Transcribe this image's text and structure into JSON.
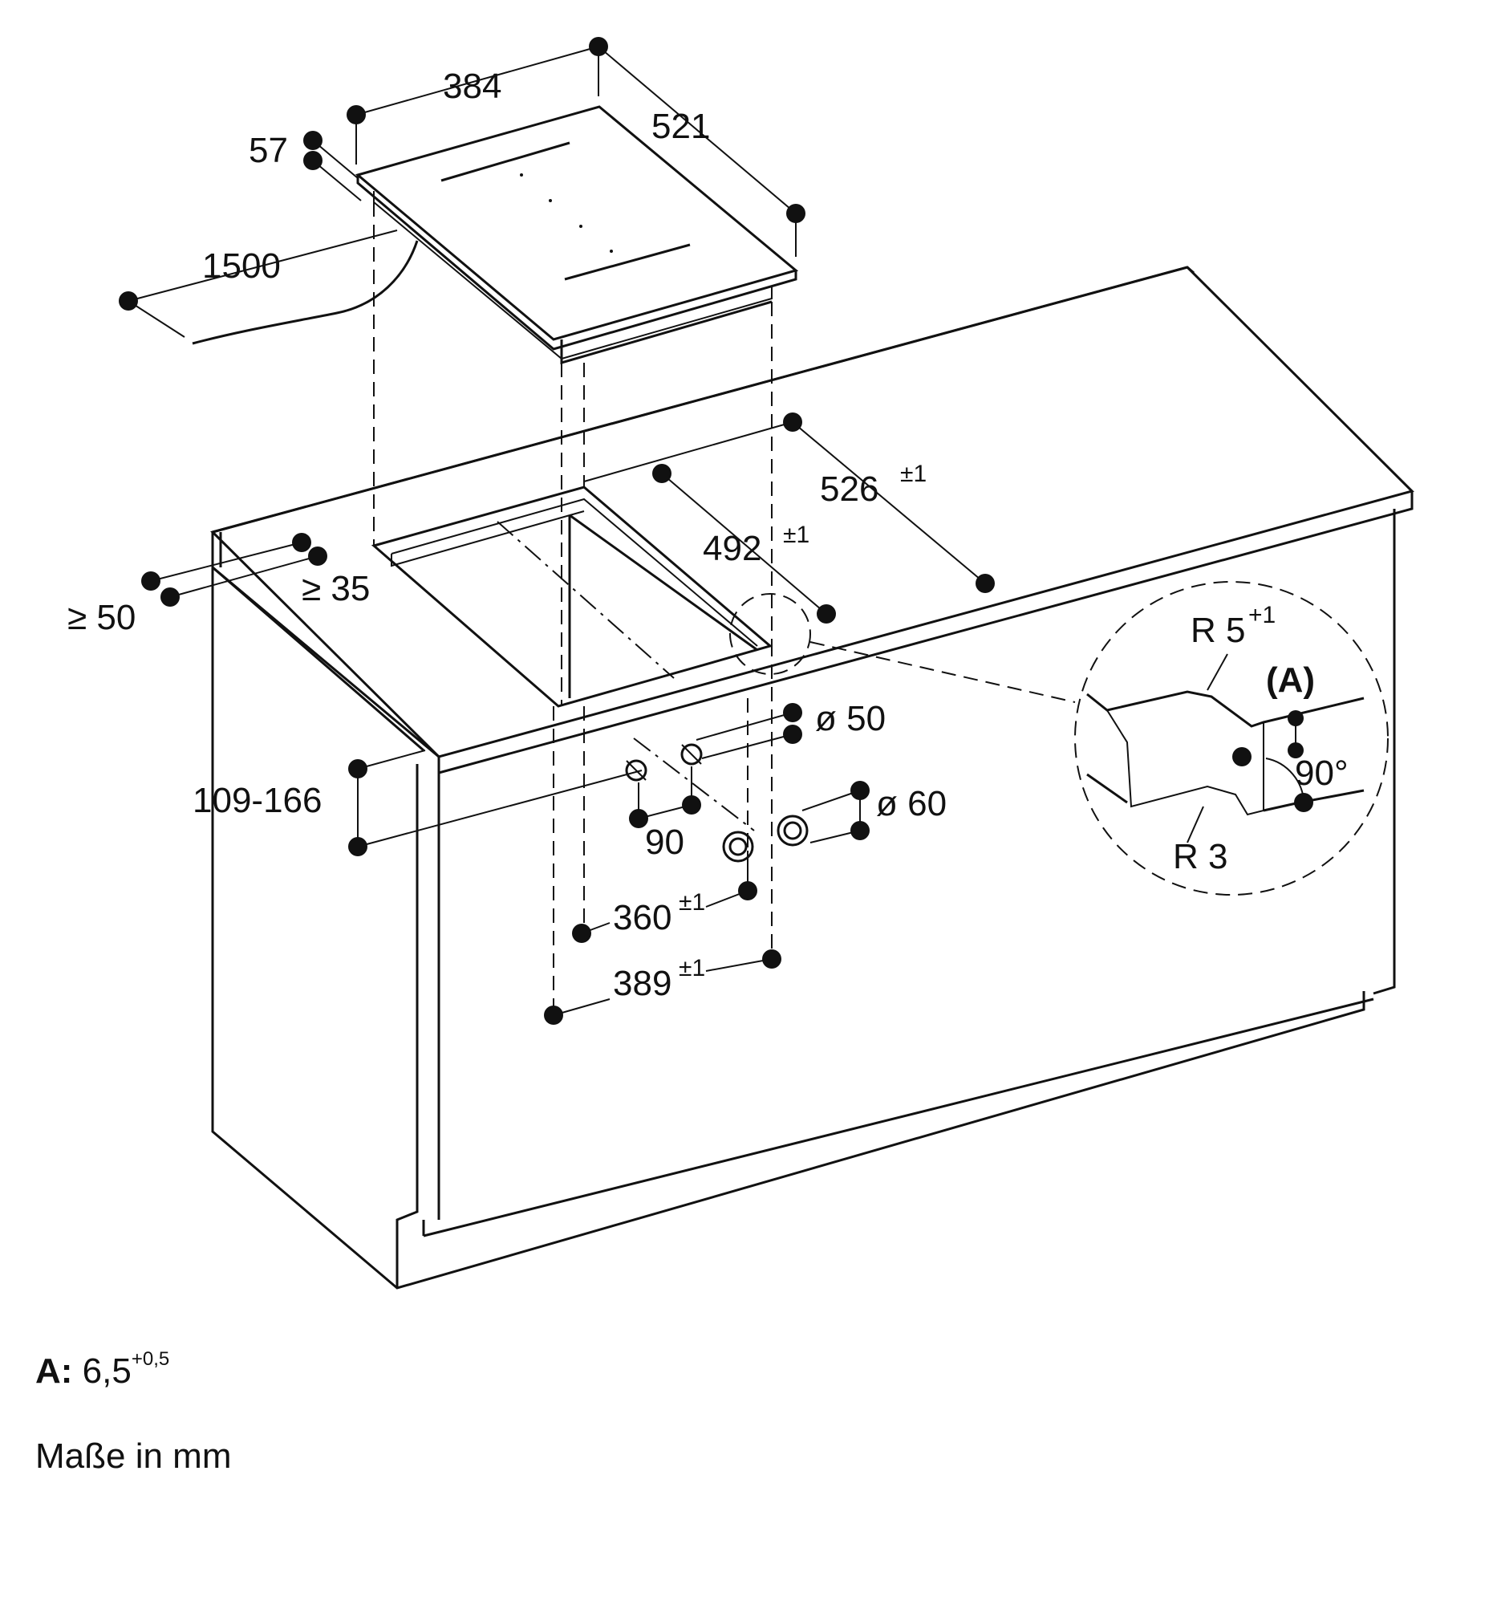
{
  "dimensions": {
    "hob_width": "384",
    "hob_depth": "521",
    "hob_height": "57",
    "cable_length": "1500",
    "cutout_width": "526",
    "cutout_width_tol": "±1",
    "cutout_inner": "492",
    "cutout_inner_tol": "±1",
    "edge_min_back": "≥ 50",
    "edge_min_front": "≥ 35",
    "hole_dia_small": "ø 50",
    "hole_dia_large": "ø 60",
    "hole_spacing": "90",
    "vent_offset": "109-166",
    "depth_360": "360",
    "depth_360_tol": "±1",
    "depth_389": "389",
    "depth_389_tol": "±1"
  },
  "detail": {
    "radius_top": "R 5",
    "radius_top_tol": "+1",
    "radius_bottom": "R 3",
    "label_a": "(A)",
    "angle": "90°"
  },
  "notes": {
    "a_key": "A:",
    "a_value": "6,5",
    "a_tol": "+0,5",
    "units": "Maße in mm"
  }
}
